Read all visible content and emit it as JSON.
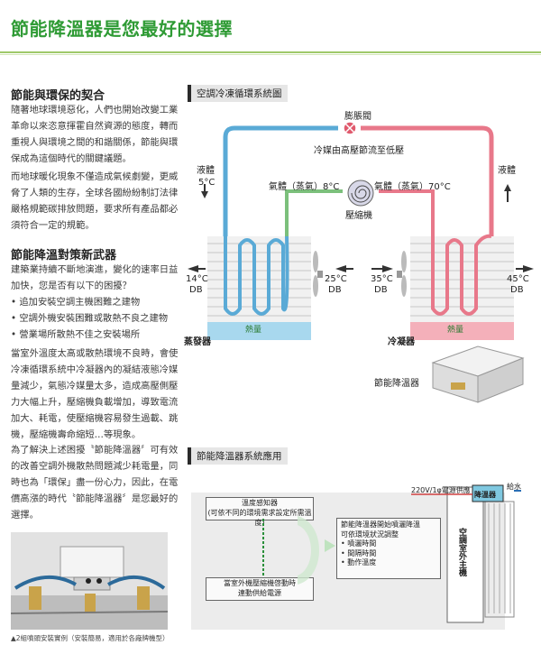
{
  "page_title": "節能降溫器是您最好的選擇",
  "section1": {
    "heading": "節能與環保的契合",
    "lines": [
      "隨著地球環境惡化，人們也開始改變工業",
      "革命以來恣意揮霍自然資源的態度，轉而",
      "重視人與環境之間的和諧關係，節能與環",
      "保成為這個時代的關鍵議題。"
    ],
    "lines2": [
      "而地球暖化現象不僅造成氣候劇變，更威",
      "脅了人類的生存，全球各國紛紛制訂法律",
      "嚴格規範碳排放問題，要求所有產品都必",
      "須符合一定的規範。"
    ]
  },
  "section2": {
    "heading": "節能降溫對策新武器",
    "lines": [
      "建築業持續不斷地演進，變化的速率日益",
      "加快，您是否有以下的困擾？"
    ],
    "bullets": [
      "追加安裝空調主機困難之建物",
      "空調外機安裝困難或散熱不良之建物",
      "營業場所散熱不佳之安裝場所"
    ],
    "lines2": [
      "當室外溫度太高或散熱環境不良時，會使",
      "冷凍循環系統中冷凝器內的凝結液態冷媒",
      "量減少，氣態冷媒量太多，造成高壓側壓",
      "力大幅上升，壓縮機負載增加，導致電流",
      "加大、耗電，使壓縮機容易發生過載、跳",
      "機，壓縮機壽命縮短…等現象。"
    ],
    "lines3": [
      "為了解決上述困擾〝節能降溫器〞可有效",
      "的改善空調外機散熱問題減少耗電量，同",
      "時也為「環保」盡一份心力，因此，在電",
      "價高漲的時代〝節能降溫器〞是您最好的",
      "選擇。"
    ]
  },
  "photo_caption": "▲2組噴頭安裝實例（安裝簡易，適用於各廠牌機型）",
  "diagram1": {
    "tab": "空調冷凍循環系統圖",
    "expansion_valve": "膨脹閥",
    "pressure_note": "冷媒由高壓節流至低壓",
    "left_liquid": "液體",
    "left_liquid_temp": "5°C",
    "right_liquid": "液體",
    "gas_left": "氣體（蒸氣）8°C",
    "gas_right": "氣體（蒸氣）70°C",
    "compressor": "壓縮機",
    "t_14": "14°C",
    "t_25": "25°C",
    "t_35": "35°C",
    "t_45": "45°C",
    "db": "DB",
    "heat": "熱量",
    "evaporator": "蒸發器",
    "condenser": "冷凝器",
    "device": "節能降溫器",
    "colors": {
      "hot": "#e8788a",
      "cold": "#5aaad6",
      "gas": "#7cc07c"
    }
  },
  "diagram2": {
    "tab": "節能降溫器系統應用",
    "sensor_line1": "溫度感知器",
    "sensor_line2": "(可依不同的環境需求設定所需溫度)",
    "process_line1": "節能降溫器開始噴灑降溫",
    "process_line2": "可依環境狀況調整",
    "process_bullets": [
      "噴灑時間",
      "間隔時間",
      "動作溫度"
    ],
    "power_line1": "當室外機壓縮機啓動時",
    "power_line2": "連動供給電源",
    "supply_label": "220V/1φ電源供應",
    "device_label": "降溫器",
    "water_label": "給水",
    "outdoor_unit": "空調室外主機"
  }
}
